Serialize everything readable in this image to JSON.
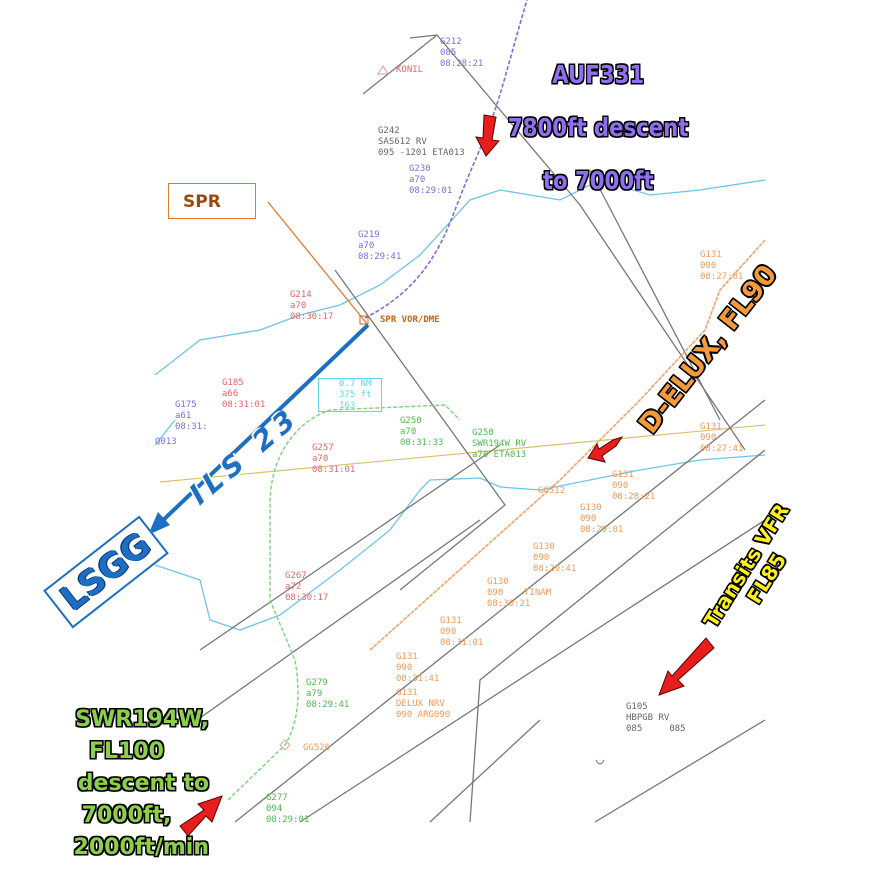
{
  "annotations": {
    "auf331": [
      "AUF331",
      "7800ft descent",
      "to 7000ft"
    ],
    "spr": "SPR",
    "ils": "ILS 23",
    "lsgg": "LSGG",
    "delux": "D-ELUX, FL90",
    "vfr": [
      "Transits VFR",
      "FL85"
    ],
    "swr": [
      "SWR194W,",
      "FL100",
      "descent to",
      "7000ft,",
      "2000ft/min"
    ]
  },
  "fixes": {
    "konil": "KONIL",
    "spr_vor": "SPR VOR/DME",
    "tinam": "TINAM",
    "gg512": "GG512",
    "gg526": "GG526",
    "q013": "Q013"
  },
  "separation_box": [
    "0.7 NM",
    "375 ft",
    "163"
  ],
  "labels": {
    "g212": [
      "G212",
      "085",
      "08:28:21"
    ],
    "g242": [
      "G242",
      "SAS612 RV",
      "095 -1201 ETA013"
    ],
    "g230": [
      "G230",
      "a70",
      "08:29:01"
    ],
    "g219": [
      "G219",
      "a70",
      "08:29:41"
    ],
    "g214": [
      "G214",
      "a70",
      "08:30:17"
    ],
    "g185": [
      "G185",
      "a66",
      "08:31:01"
    ],
    "g175": [
      "G175",
      "a61",
      "08:31:"
    ],
    "g250a": [
      "G250",
      "a70",
      "08:31:33"
    ],
    "g250b": [
      "G250",
      "SWR194W RV",
      "a70 ETA013"
    ],
    "g257": [
      "G257",
      "a70",
      "08:31:01"
    ],
    "g267": [
      "G267",
      "a72",
      "08:30:17"
    ],
    "g279": [
      "G279",
      "a79",
      "08:29:41"
    ],
    "g277": [
      "G277",
      "094",
      "08:29:01"
    ],
    "g131a": [
      "G131",
      "090",
      "08:31:41"
    ],
    "g131b": [
      "G131",
      "DELUX NRV",
      "090 ARG090"
    ],
    "g131c": [
      "G131",
      "090",
      "08:31:01"
    ],
    "g130a": [
      "G130",
      "090",
      "08:30:21"
    ],
    "g130b": [
      "G130",
      "090",
      "08:29:41"
    ],
    "g130c": [
      "G130",
      "090",
      "08:29:01"
    ],
    "g131d": [
      "G131",
      "090",
      "08:28:21"
    ],
    "g131e": [
      "G131",
      "090",
      "08:27:41"
    ],
    "g131f": [
      "G131",
      "090",
      "08:27:01"
    ],
    "g105": [
      "G105",
      "HBPGB RV",
      "085     085"
    ]
  }
}
